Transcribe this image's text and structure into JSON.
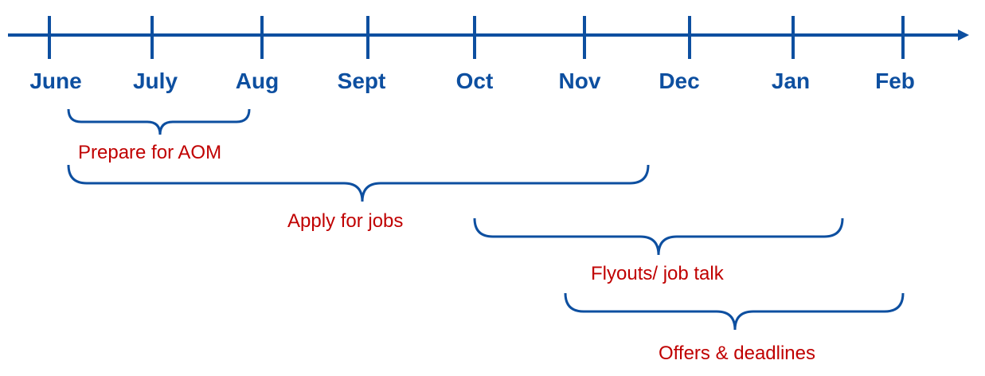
{
  "months": [
    "June",
    "July",
    "Aug",
    "Sept",
    "Oct",
    "Nov",
    "Dec",
    "Jan",
    "Feb"
  ],
  "phases": [
    {
      "label": "Prepare for AOM",
      "start": "June",
      "end": "Aug"
    },
    {
      "label": "Apply for jobs",
      "start": "June",
      "end": "Dec"
    },
    {
      "label": "Flyouts/ job talk",
      "start": "Oct",
      "end": "Jan"
    },
    {
      "label": "Offers & deadlines",
      "start": "Nov",
      "end": "Feb"
    }
  ],
  "colors": {
    "axis": "#0d4fa0",
    "brace": "#0d4fa0",
    "month_text": "#0d4fa0",
    "phase_text": "#c00000"
  }
}
